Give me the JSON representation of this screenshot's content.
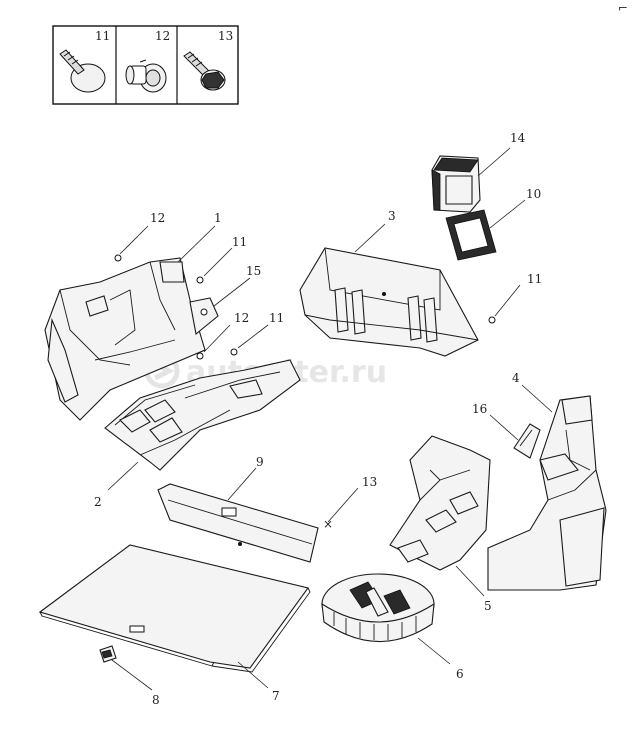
{
  "corner_mark": "⌐",
  "watermark": "autopiter.ru",
  "fastener_legend": {
    "numbers": [
      "11",
      "12",
      "13"
    ]
  },
  "callouts": {
    "c1": "1",
    "c2": "2",
    "c3": "3",
    "c4": "4",
    "c5": "5",
    "c6": "6",
    "c7": "7",
    "c8": "8",
    "c9": "9",
    "c10": "10",
    "c11a": "11",
    "c11b": "11",
    "c11c": "11",
    "c12a": "12",
    "c12b": "12",
    "c13": "13",
    "c14": "14",
    "c15": "15",
    "c16": "16"
  },
  "icons": {
    "watermark_logo": "arrow-circle-icon",
    "fastener_11": "push-rivet-icon",
    "fastener_12": "clip-icon",
    "fastener_13": "bolt-washer-icon"
  }
}
